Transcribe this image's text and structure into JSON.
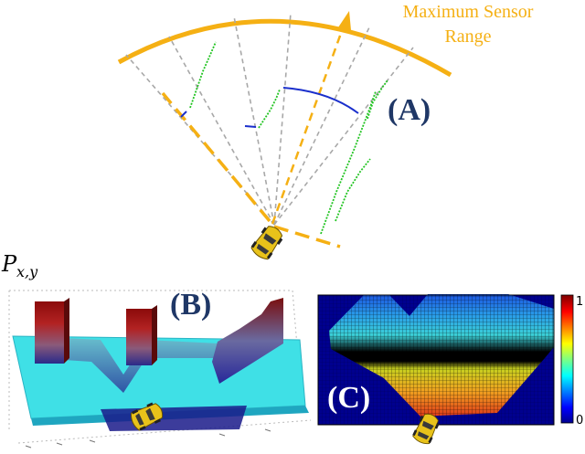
{
  "panel_a": {
    "label": "(A)",
    "sensor_range_line1": "Maximum Sensor",
    "sensor_range_line2": "Range"
  },
  "panel_b": {
    "label": "(B)",
    "z_label": "P",
    "z_label_sub": "x,y"
  },
  "panel_c": {
    "label": "(C)",
    "colorbar_max": "1",
    "colorbar_min": "0"
  },
  "colors": {
    "sensor_range": "#F5B014",
    "ray": "#A8A8A8",
    "green_points": "#22C422",
    "blue_points": "#1A2FCC",
    "panel_label": "#1F3766",
    "car": "#E8C21A"
  }
}
